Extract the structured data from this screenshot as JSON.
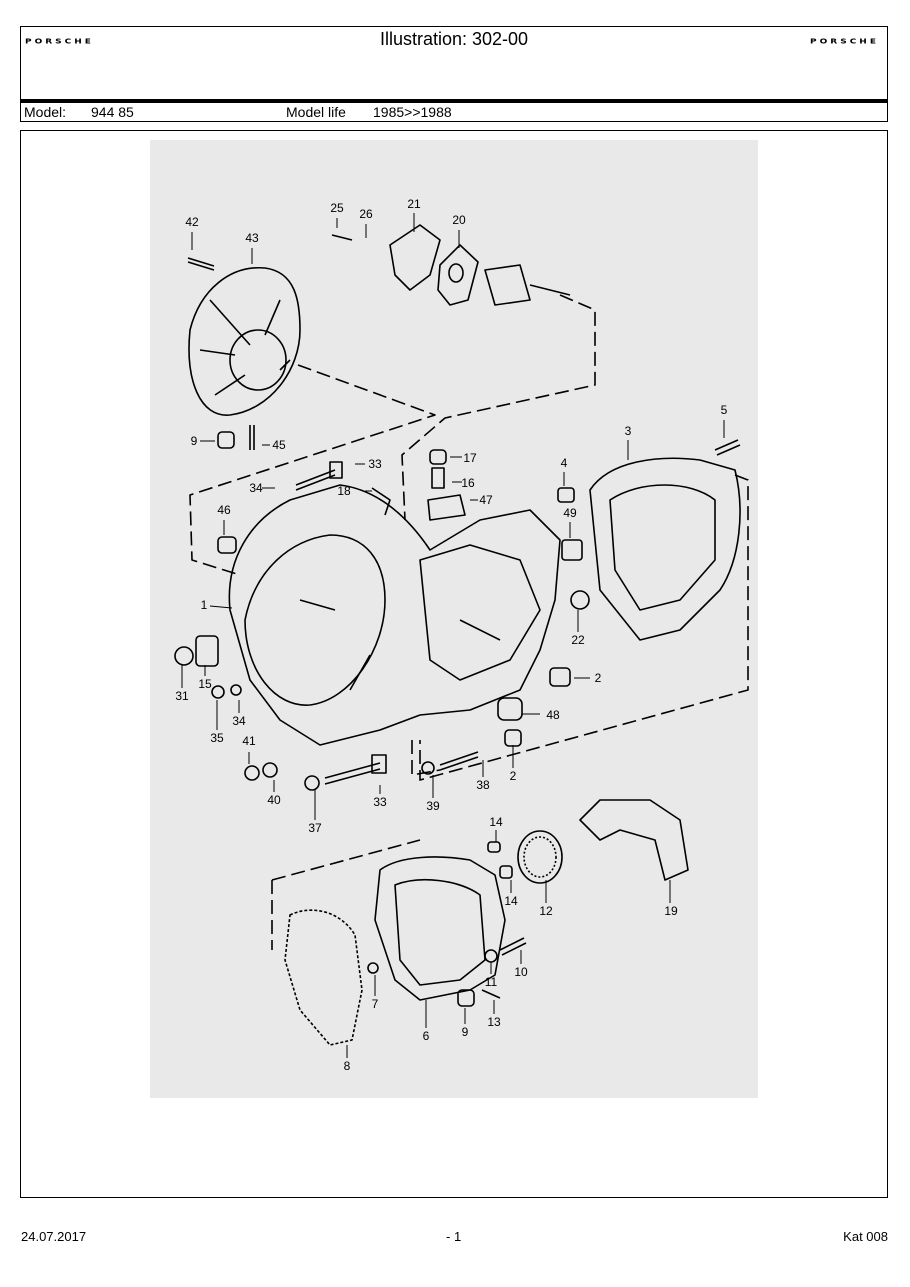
{
  "header": {
    "brand_left": "PORSCHE",
    "brand_right": "PORSCHE",
    "title": "Illustration: 302-00"
  },
  "model": {
    "label": "Model:",
    "value": "944 85",
    "life_label": "Model life",
    "life_value": "1985>>1988"
  },
  "callouts": [
    "1",
    "2",
    "2",
    "3",
    "4",
    "5",
    "6",
    "7",
    "8",
    "9",
    "9",
    "10",
    "11",
    "12",
    "13",
    "14",
    "14",
    "15",
    "16",
    "17",
    "18",
    "19",
    "20",
    "21",
    "22",
    "25",
    "26",
    "31",
    "33",
    "33",
    "34",
    "34",
    "35",
    "37",
    "38",
    "39",
    "40",
    "41",
    "42",
    "43",
    "45",
    "46",
    "47",
    "48",
    "49"
  ],
  "footer": {
    "date": "24.07.2017",
    "page": "- 1",
    "catalog": "Kat 008"
  }
}
